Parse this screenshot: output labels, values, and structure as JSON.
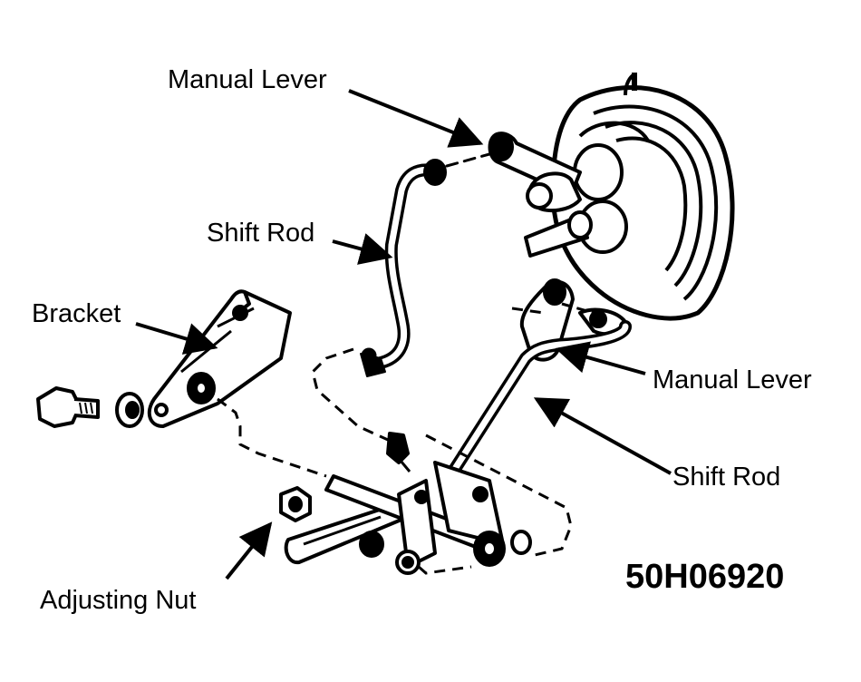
{
  "labels": {
    "manual_lever_top": "Manual Lever",
    "shift_rod_top": "Shift Rod",
    "bracket": "Bracket",
    "manual_lever_right": "Manual Lever",
    "shift_rod_right": "Shift Rod",
    "adjusting_nut": "Adjusting Nut"
  },
  "figure_code": "50H06920",
  "colors": {
    "ink": "#000000",
    "paper": "#ffffff"
  }
}
